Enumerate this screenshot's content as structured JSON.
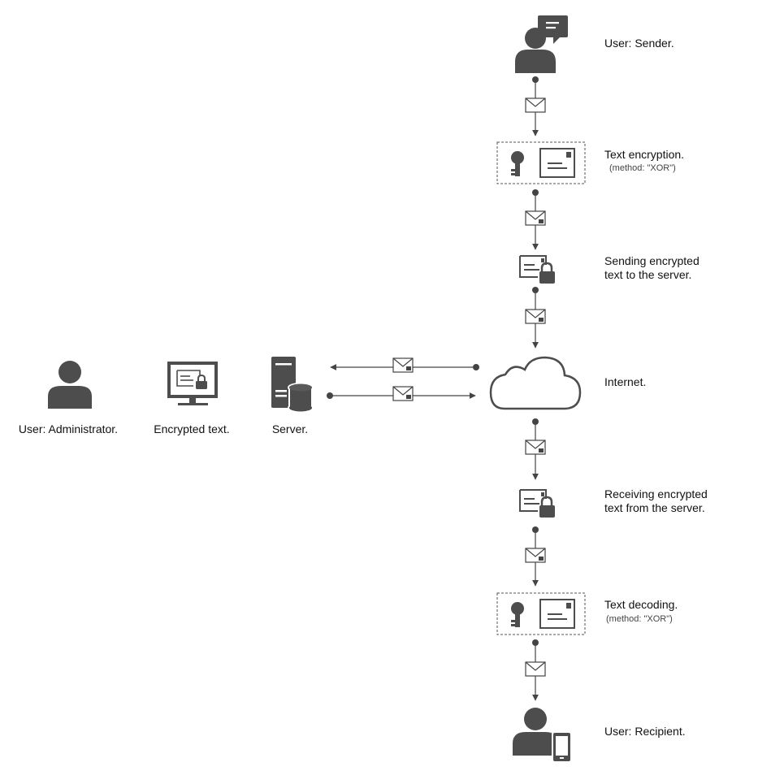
{
  "colors": {
    "icon": "#4d4d4d",
    "line": "#444444",
    "background": "#ffffff"
  },
  "steps": {
    "sender": {
      "label": "User: Sender.",
      "icon": "user-chat-icon"
    },
    "encryption": {
      "label": "Text encryption.",
      "method": "(method: \"XOR\")",
      "icon": "key-envelope-icon"
    },
    "sending": {
      "line1": "Sending encrypted",
      "line2": "text to the server.",
      "icon": "locked-envelope-icon"
    },
    "internet": {
      "label": "Internet.",
      "icon": "cloud-icon"
    },
    "receiving": {
      "line1": "Receiving encrypted",
      "line2": "text from the server.",
      "icon": "locked-envelope-icon"
    },
    "decoding": {
      "label": "Text decoding.",
      "method": "(method: \"XOR\")",
      "icon": "key-envelope-icon"
    },
    "recipient": {
      "label": "User: Recipient.",
      "icon": "user-phone-icon"
    }
  },
  "server_side": {
    "administrator": {
      "label": "User: Administrator.",
      "icon": "user-icon"
    },
    "encrypted_text": {
      "label": "Encrypted text.",
      "icon": "monitor-icon"
    },
    "server": {
      "label": "Server.",
      "icon": "server-icon"
    }
  }
}
